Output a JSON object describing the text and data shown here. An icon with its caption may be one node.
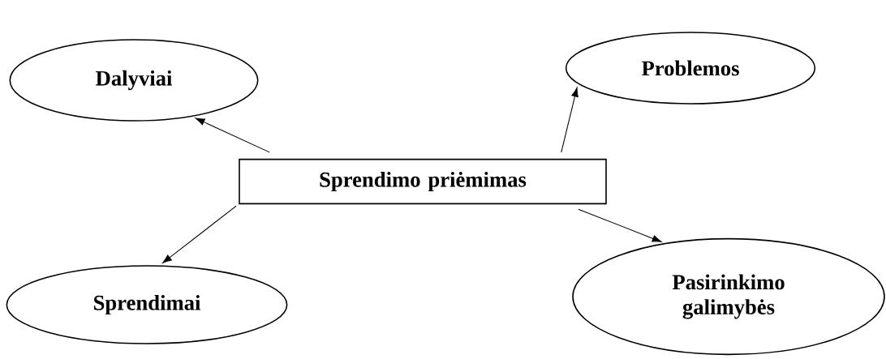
{
  "diagram": {
    "nodes": [
      {
        "text": [
          "Dalyviai"
        ]
      },
      {
        "text": [
          "Problemos"
        ]
      },
      {
        "text": [
          "Sprendimo priėmimas"
        ]
      },
      {
        "text": [
          "Sprendimai"
        ]
      },
      {
        "text": [
          "Pasirinkimo galimybės"
        ]
      }
    ],
    "edges": [
      {
        "from": 2,
        "to": 0,
        "arrow": "to"
      },
      {
        "from": 2,
        "to": 1,
        "arrow": "to"
      },
      {
        "from": 2,
        "to": 3,
        "arrow": "to"
      },
      {
        "from": 2,
        "to": 4,
        "arrow": "to"
      }
    ]
  }
}
